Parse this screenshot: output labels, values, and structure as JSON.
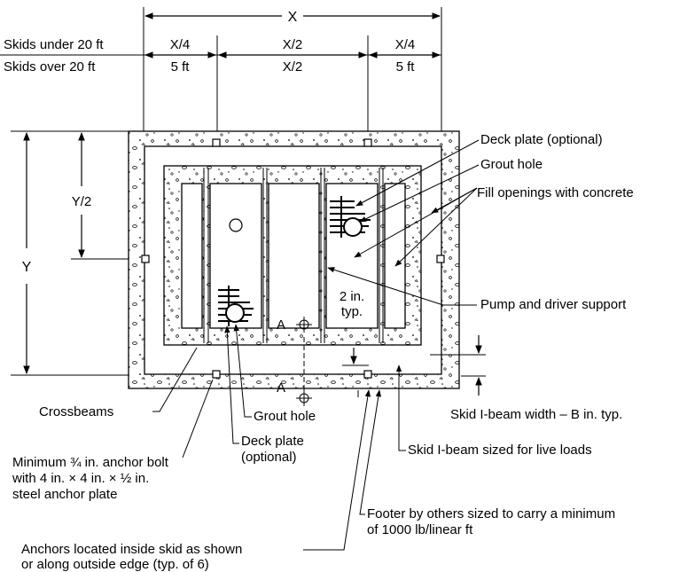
{
  "dimensions": {
    "x_total": "X",
    "y_total": "Y",
    "y_half": "Y/2",
    "skids_under_label": "Skids under 20 ft",
    "skids_over_label": "Skids over 20 ft",
    "under": [
      "X/4",
      "X/2",
      "X/4"
    ],
    "over": [
      "5 ft",
      "X/2",
      "5 ft"
    ]
  },
  "section_marks": {
    "a_upper": "A",
    "a_lower": "A"
  },
  "inner_note": {
    "line1": "2 in.",
    "line2": "typ."
  },
  "callouts": {
    "deck_plate_right": "Deck plate (optional)",
    "grout_hole_right": "Grout hole",
    "fill_openings": "Fill openings with concrete",
    "pump_support": "Pump and driver support",
    "crossbeams": "Crossbeams",
    "grout_hole_bottom": "Grout hole",
    "deck_plate_bottom_1": "Deck plate",
    "deck_plate_bottom_2": "(optional)",
    "anchor_bolt_1": "Minimum ¾ in. anchor bolt",
    "anchor_bolt_2": "with 4 in. × 4 in. × ½ in.",
    "anchor_bolt_3": "steel anchor plate",
    "skid_width": "Skid I-beam width – B in. typ.",
    "skid_beam": "Skid I-beam sized for live loads",
    "footer_1": "Footer by others sized to carry a minimum",
    "footer_2": "of 1000 lb/linear ft",
    "anchors_1": "Anchors located inside skid as shown",
    "anchors_2": "or along outside edge (typ. of 6)"
  }
}
